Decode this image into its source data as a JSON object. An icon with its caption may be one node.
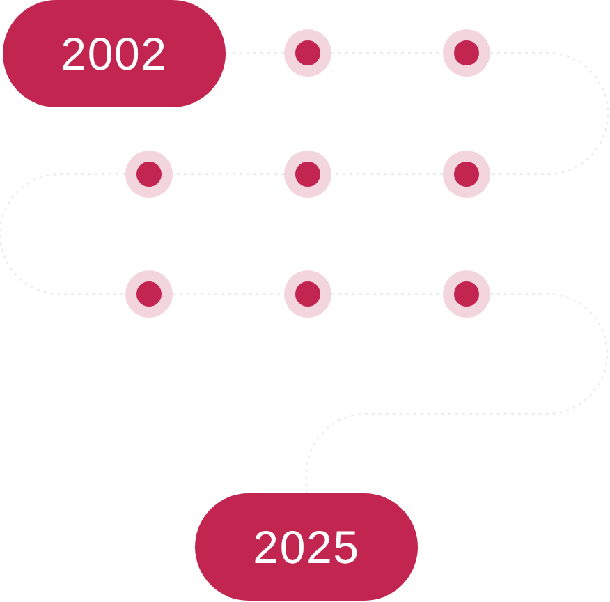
{
  "diagram": {
    "nodes": [
      {
        "text": [
          "2002"
        ]
      },
      {
        "text": [],
        "shape": "circle"
      },
      {
        "text": [],
        "shape": "circle"
      },
      {
        "text": [],
        "shape": "circle"
      },
      {
        "text": [],
        "shape": "circle"
      },
      {
        "text": [],
        "shape": "circle"
      },
      {
        "text": [],
        "shape": "circle"
      },
      {
        "text": [],
        "shape": "circle"
      },
      {
        "text": [],
        "shape": "circle"
      },
      {
        "text": [
          "2025"
        ]
      }
    ],
    "edges": [
      {
        "from": 0,
        "to": 1,
        "arrow": "none",
        "style": "dashed"
      },
      {
        "from": 1,
        "to": 2,
        "arrow": "none",
        "style": "dashed"
      },
      {
        "from": 2,
        "to": 5,
        "arrow": "none",
        "style": "dashed"
      },
      {
        "from": 5,
        "to": 4,
        "arrow": "none",
        "style": "dashed"
      },
      {
        "from": 4,
        "to": 3,
        "arrow": "none",
        "style": "dashed"
      },
      {
        "from": 3,
        "to": 6,
        "arrow": "none",
        "style": "dashed"
      },
      {
        "from": 6,
        "to": 7,
        "arrow": "none",
        "style": "dashed"
      },
      {
        "from": 7,
        "to": 8,
        "arrow": "none",
        "style": "dashed"
      },
      {
        "from": 8,
        "to": 9,
        "arrow": "none",
        "style": "dashed"
      }
    ]
  }
}
